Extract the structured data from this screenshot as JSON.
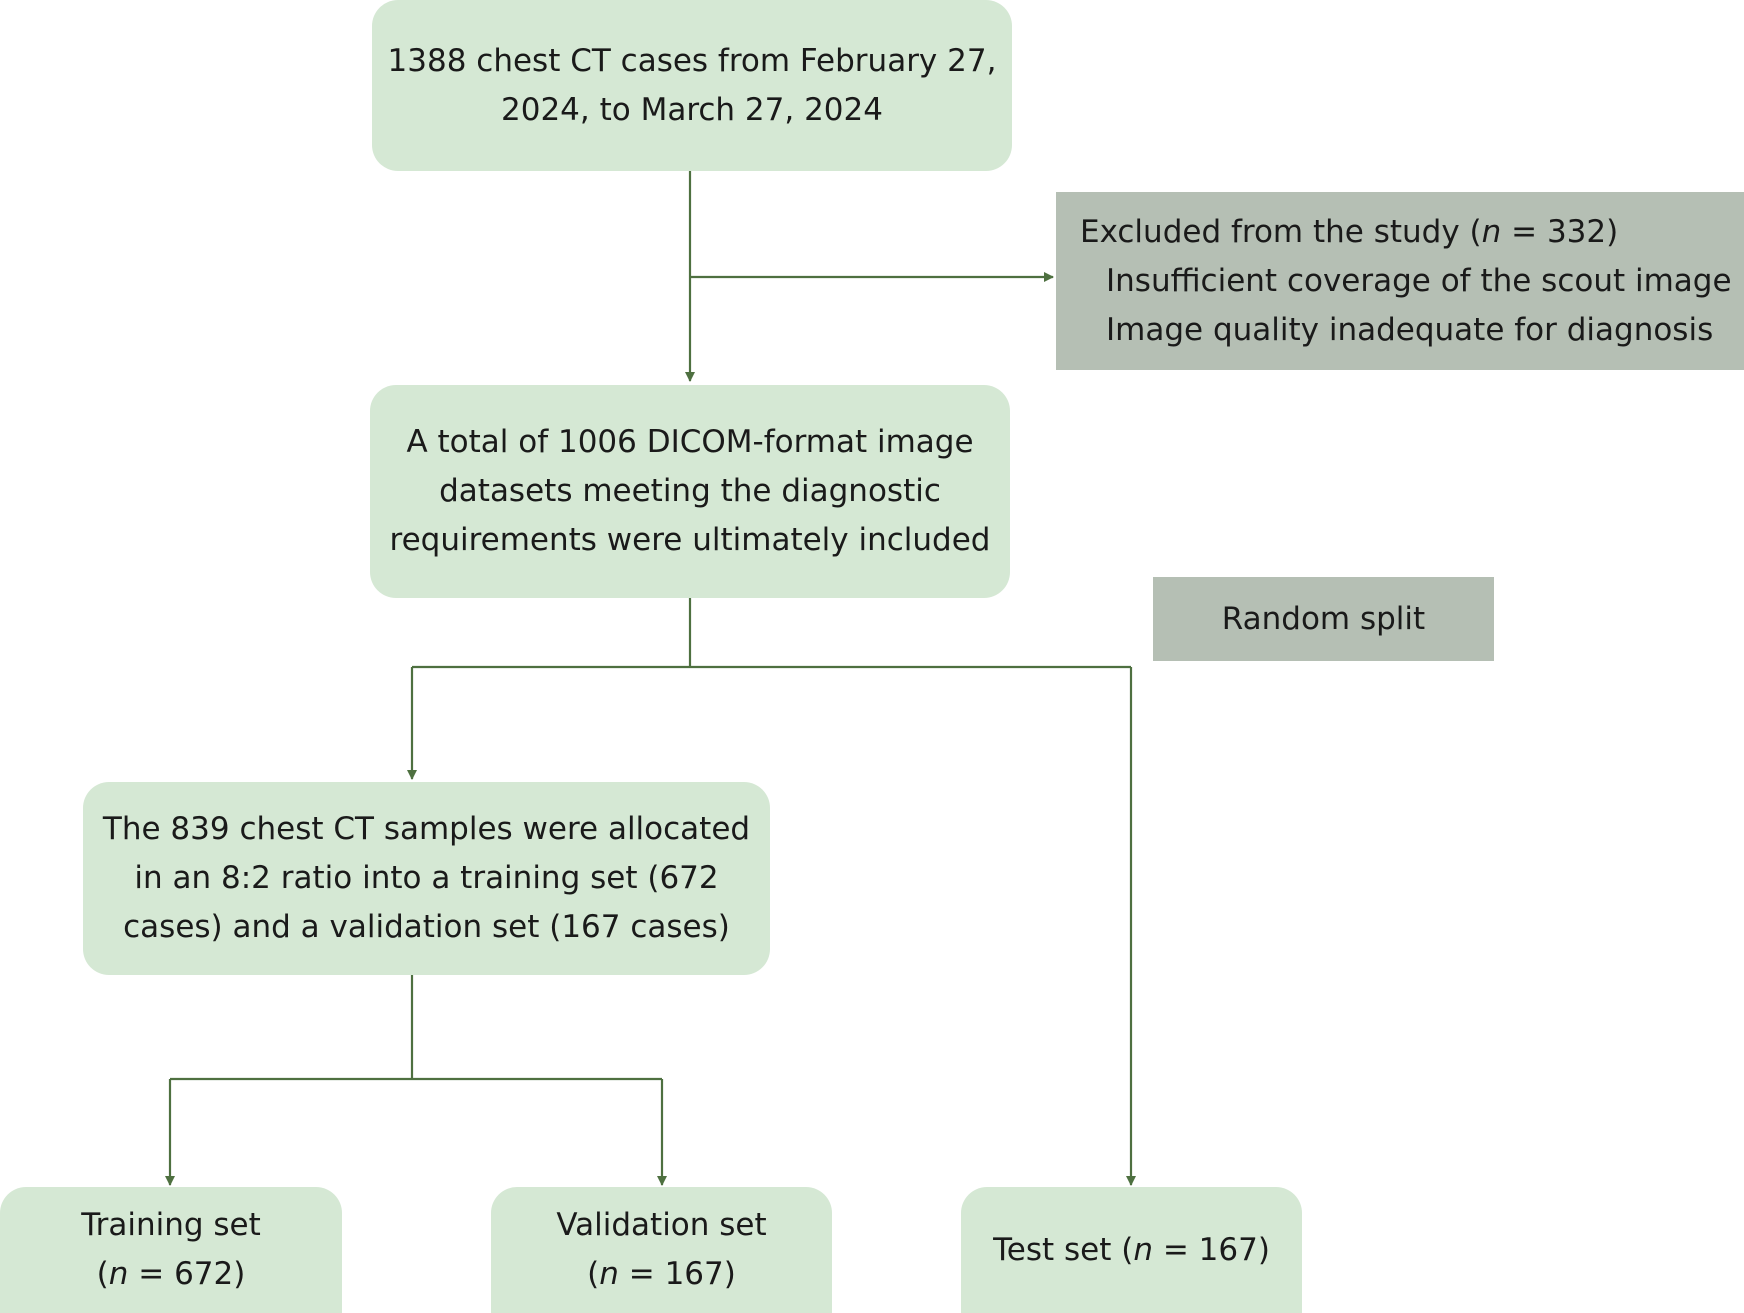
{
  "nodes": {
    "start": {
      "lines": [
        "1388 chest CT cases from February 27,",
        "2024, to March 27, 2024"
      ]
    },
    "excluded": {
      "title_pre": "Excluded from the study (",
      "title_n": "n",
      "title_post": " = 332)",
      "reasons": [
        "Insufficient coverage of the scout image",
        "Image quality inadequate for diagnosis"
      ]
    },
    "included": {
      "lines": [
        "A total of 1006 DICOM-format image",
        "datasets meeting the diagnostic",
        "requirements were ultimately included"
      ]
    },
    "split": {
      "label": "Random split"
    },
    "allocation": {
      "lines": [
        "The 839 chest CT samples were allocated",
        "in an 8:2 ratio into a training set (672",
        "cases) and a validation set (167 cases)"
      ]
    },
    "training": {
      "label": "Training set",
      "n_pre": "(",
      "n_sym": "n",
      "n_post": " = 672)"
    },
    "validation": {
      "label": "Validation set",
      "n_pre": "(",
      "n_sym": "n",
      "n_post": " = 167)"
    },
    "test": {
      "pre": "Test set (",
      "n_sym": "n",
      "post": " = 167)"
    }
  },
  "colors": {
    "box_green": "#d5e8d4",
    "box_grey": "#b5bfb4",
    "line": "#4e7040"
  }
}
